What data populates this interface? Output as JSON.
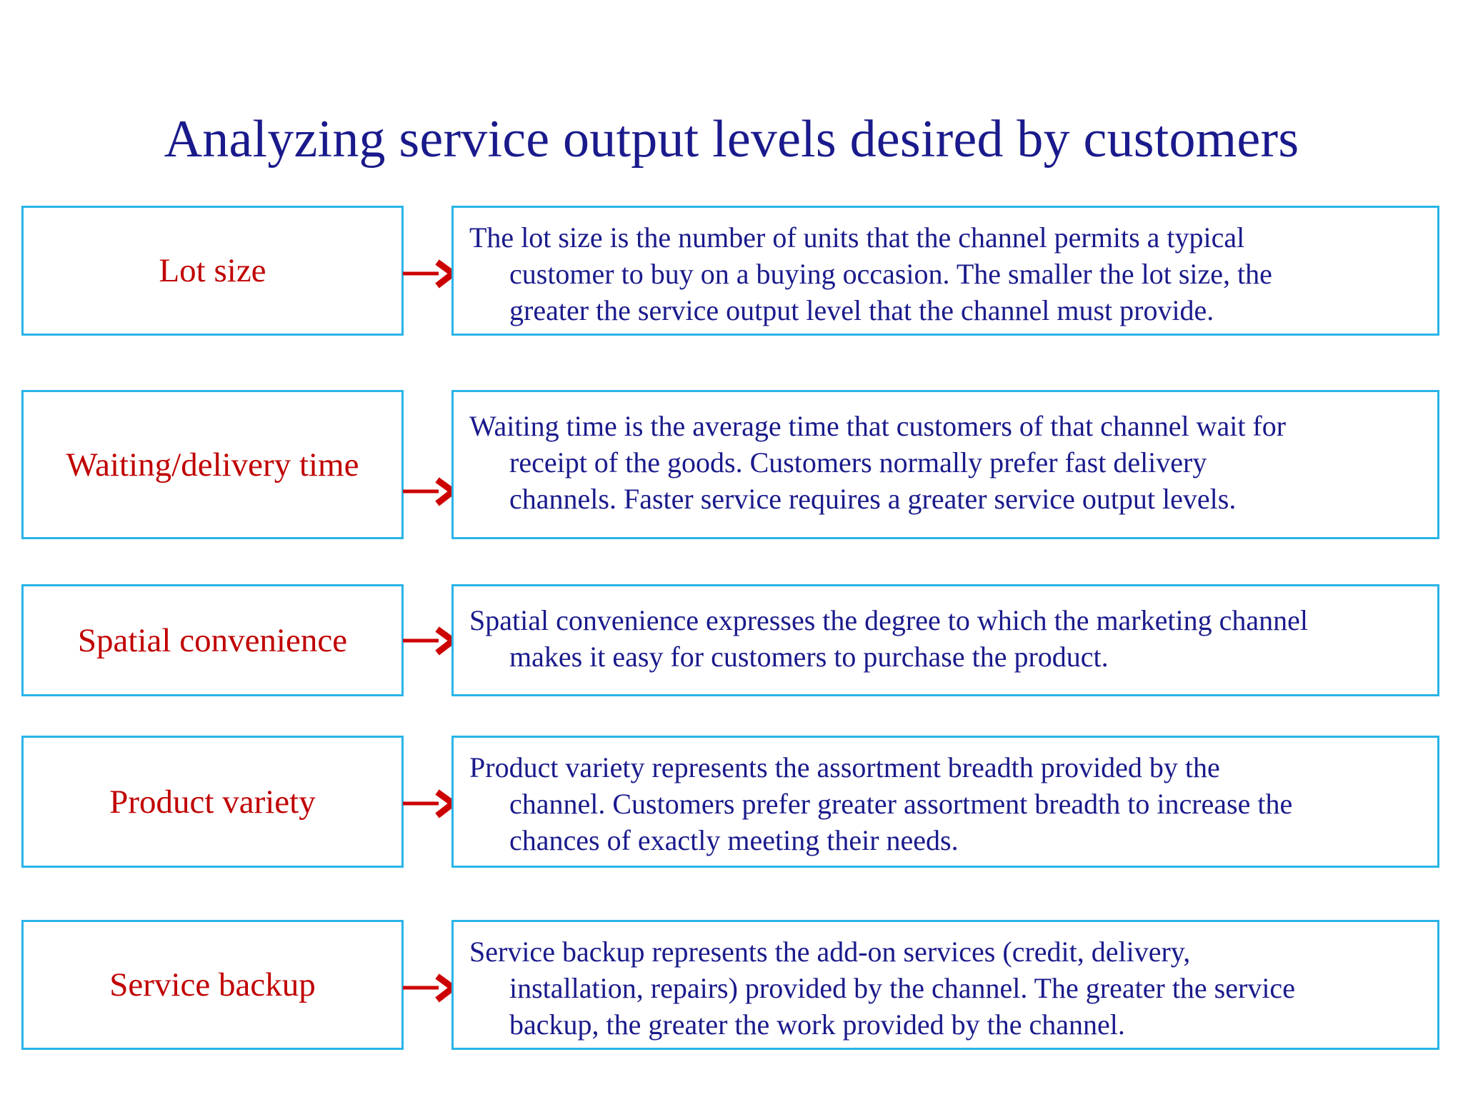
{
  "slide": {
    "title": "Analyzing service output levels desired by customers",
    "colors": {
      "title_text": "#1a1a8c",
      "term_text": "#c00000",
      "description_text": "#1a1a8c",
      "box_border": "#29b4e8",
      "arrow": "#cc0000",
      "background": "#ffffff"
    }
  },
  "rows": [
    {
      "term": "Lot size",
      "arrow_icon": "right-arrow-icon",
      "description_lines": [
        "The lot size is the number of units that the channel permits a typical",
        "customer to buy on a buying occasion. The smaller the lot size, the",
        "greater the service output level that the channel must provide."
      ]
    },
    {
      "term": "Waiting/delivery time",
      "arrow_icon": "right-arrow-icon",
      "description_lines": [
        "Waiting time is the average time that customers of that channel wait for",
        "receipt of the goods. Customers normally prefer fast delivery",
        "channels. Faster service requires a greater service output levels."
      ]
    },
    {
      "term": "Spatial convenience",
      "arrow_icon": "right-arrow-icon",
      "description_lines": [
        "Spatial convenience expresses the degree to which the marketing channel",
        "makes it easy for customers to purchase the product."
      ]
    },
    {
      "term": "Product variety",
      "arrow_icon": "right-arrow-icon",
      "description_lines": [
        "Product variety represents the assortment breadth provided by the",
        "channel. Customers prefer greater assortment breadth to increase the",
        "chances of exactly meeting their needs."
      ]
    },
    {
      "term": "Service backup",
      "arrow_icon": "right-arrow-icon",
      "description_lines": [
        "Service backup represents the add-on services (credit, delivery,",
        "installation, repairs) provided by the channel. The greater the service",
        "backup, the greater the work provided by the channel."
      ]
    }
  ]
}
